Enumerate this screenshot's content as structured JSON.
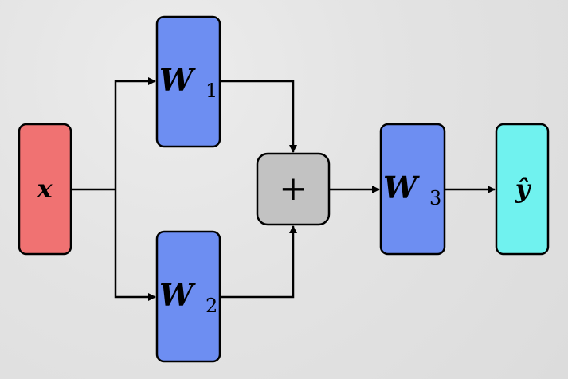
{
  "diagram": {
    "colors": {
      "input": "#f07272",
      "weight": "#6d8ef2",
      "sum": "#c2c2c2",
      "output": "#70f2ef",
      "line": "#000000"
    },
    "nodes": {
      "x": {
        "symbol": "x",
        "color_ref": "input"
      },
      "w1": {
        "symbol": "W",
        "subscript": "1",
        "color_ref": "weight"
      },
      "w2": {
        "symbol": "W",
        "subscript": "2",
        "color_ref": "weight"
      },
      "sum": {
        "symbol": "+",
        "color_ref": "sum"
      },
      "w3": {
        "symbol": "W",
        "subscript": "3",
        "color_ref": "weight"
      },
      "y_hat": {
        "symbol": "ŷ",
        "color_ref": "output"
      }
    },
    "edges": [
      {
        "from": "x",
        "to": "w1"
      },
      {
        "from": "x",
        "to": "w2"
      },
      {
        "from": "w1",
        "to": "sum"
      },
      {
        "from": "w2",
        "to": "sum"
      },
      {
        "from": "sum",
        "to": "w3"
      },
      {
        "from": "w3",
        "to": "y_hat"
      }
    ]
  }
}
